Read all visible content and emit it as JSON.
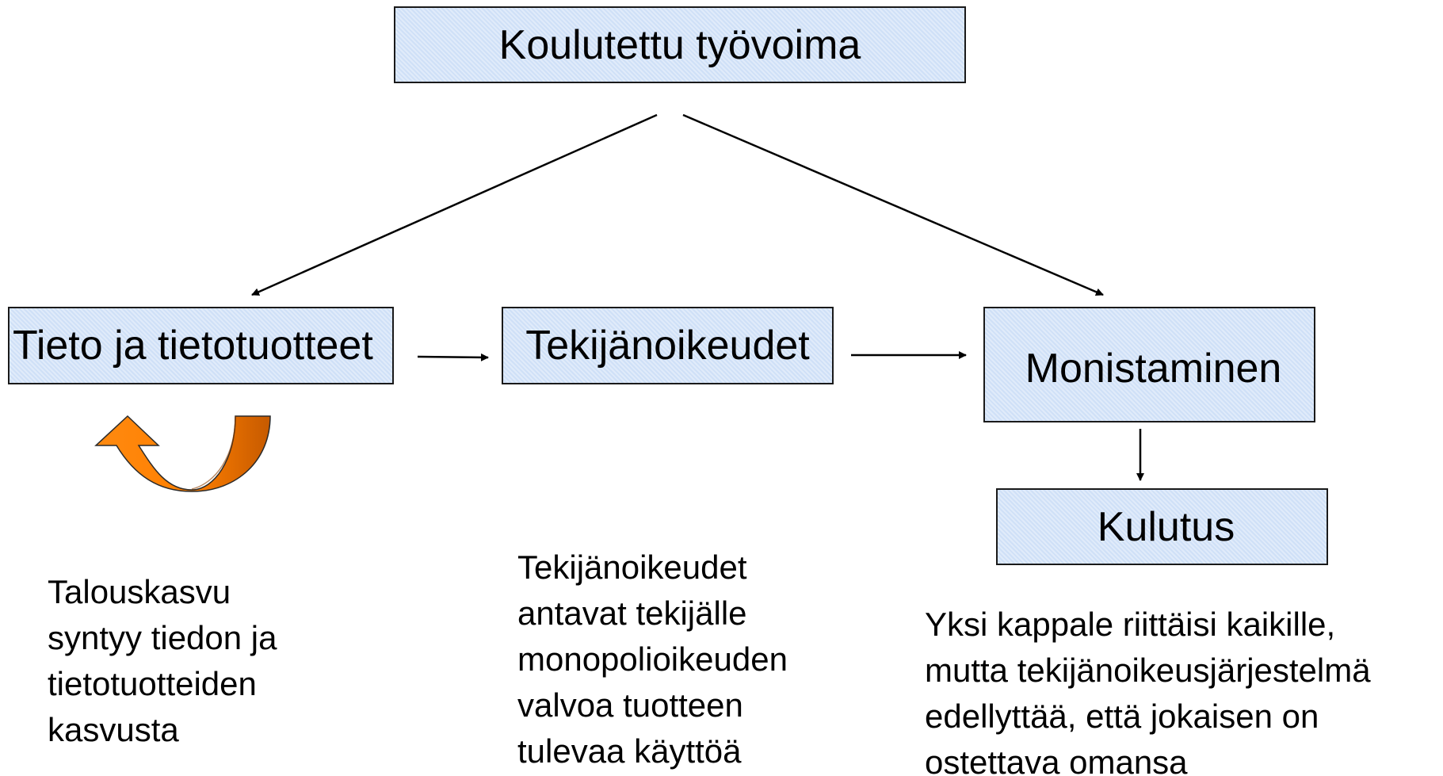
{
  "nodes": {
    "top": "Koulutettu työvoima",
    "tieto": "Tieto ja tietotuotteet",
    "tekija": "Tekijänoikeudet",
    "monistaminen": "Monistaminen",
    "kulutus": "Kulutus"
  },
  "notes": {
    "left": "Talouskasvu\nsyntyy tiedon ja\ntietotuotteiden\nkasvusta",
    "middle": "Tekijänoikeudet\nantavat tekijälle\nmonopolioikeuden\nvalvoa tuotteen\ntulevaa käyttöä",
    "right": "Yksi kappale riittäisi kaikille,\nmutta tekijänoikeusjärjestelmä\nedellyttää, että jokaisen on\nostettava omansa"
  },
  "colors": {
    "box_fill": "#cfe0f7",
    "cycle_arrow_light": "#ff7f00",
    "cycle_arrow_dark": "#c65a00"
  },
  "icons": {
    "cycle_arrow": "u-turn-arrow-icon"
  }
}
